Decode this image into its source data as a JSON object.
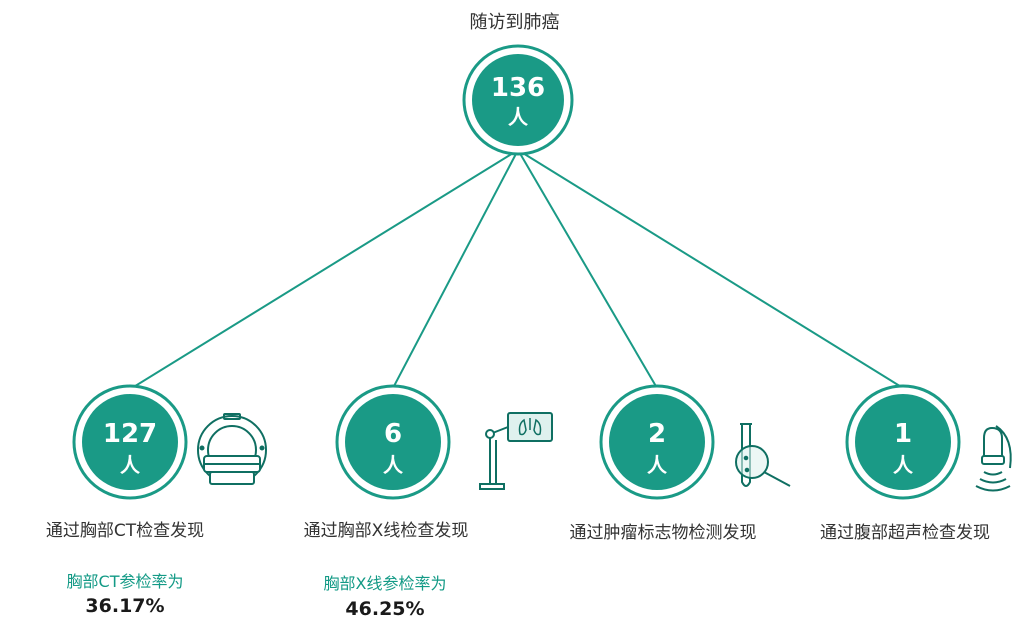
{
  "diagram": {
    "colors": {
      "teal": "#1a9a86",
      "dark_teal": "#0f6f62",
      "accent": "#139a86"
    },
    "root": {
      "title": "随访到肺癌",
      "count": "136",
      "unit": "人"
    },
    "leaves": [
      {
        "count": "127",
        "unit": "人",
        "label": "通过胸部CT检查发现",
        "icon": "ct-scanner-icon",
        "rate_label": "胸部CT参检率为",
        "rate_value": "36.17%"
      },
      {
        "count": "6",
        "unit": "人",
        "label": "通过胸部X线检查发现",
        "icon": "xray-machine-icon",
        "rate_label": "胸部X线参检率为",
        "rate_value": "46.25%"
      },
      {
        "count": "2",
        "unit": "人",
        "label": "通过肿瘤标志物检测发现",
        "icon": "test-tube-icon"
      },
      {
        "count": "1",
        "unit": "人",
        "label": "通过腹部超声检查发现",
        "icon": "ultrasound-probe-icon"
      }
    ]
  }
}
